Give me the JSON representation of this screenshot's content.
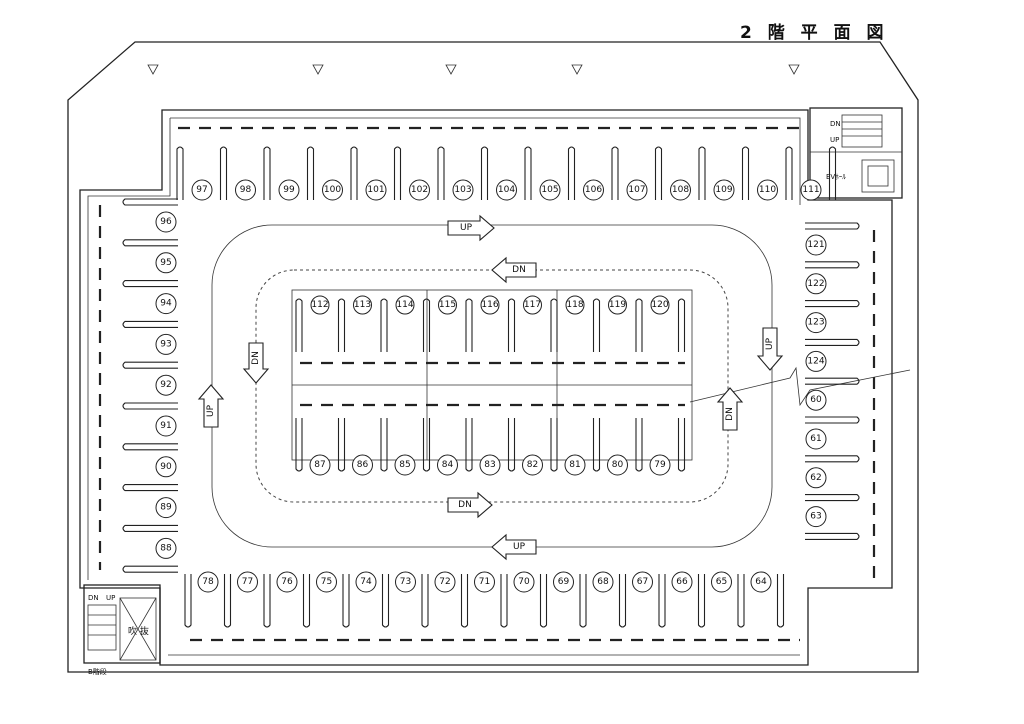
{
  "title": "2 階 平 面 図",
  "labels": {
    "ev_hall": "EVﾎｰﾙ",
    "void": "吹 抜",
    "stair_left": "B階段",
    "stair_dn": "DN",
    "stair_up": "UP",
    "stair_dn_right": "DN",
    "stair_up_right": "UP"
  },
  "top_row": [
    "97",
    "98",
    "99",
    "100",
    "101",
    "102",
    "103",
    "104",
    "105",
    "106",
    "107",
    "108",
    "109",
    "110",
    "111"
  ],
  "left_col": [
    "96",
    "95",
    "94",
    "93",
    "92",
    "91",
    "90",
    "89",
    "88"
  ],
  "right_col": [
    "121",
    "122",
    "123",
    "124",
    "60",
    "61",
    "62",
    "63"
  ],
  "bottom_row": [
    "78",
    "77",
    "76",
    "75",
    "74",
    "73",
    "72",
    "71",
    "70",
    "69",
    "68",
    "67",
    "66",
    "65",
    "64"
  ],
  "inner_top": [
    "112",
    "113",
    "114",
    "115",
    "116",
    "117",
    "118",
    "119",
    "120"
  ],
  "inner_bottom": [
    "87",
    "86",
    "85",
    "84",
    "83",
    "82",
    "81",
    "80",
    "79"
  ],
  "arrows": {
    "top_up": "UP",
    "top_dn": "DN",
    "left_up": "UP",
    "left_dn": "DN",
    "right_up": "UP",
    "right_dn": "DN",
    "bottom_dn": "DN",
    "bottom_up": "UP"
  },
  "colors": {
    "line": "#222222",
    "background": "#ffffff"
  }
}
